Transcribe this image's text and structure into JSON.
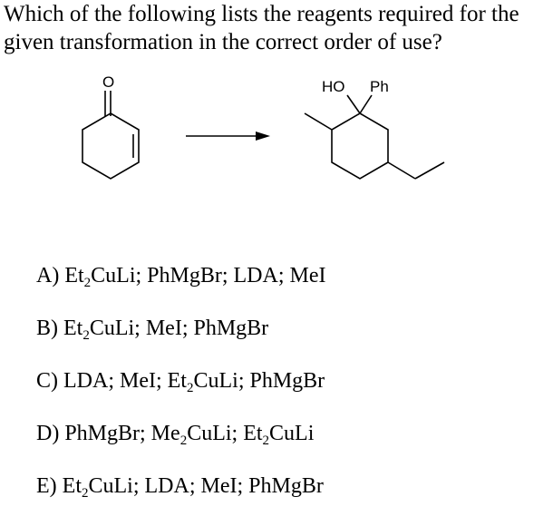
{
  "question": {
    "text": "Which of the following lists the reagents required for the given transformation in the correct order of use?"
  },
  "scheme": {
    "reactant_oxygen_label": "O",
    "product_hydroxyl_label": "HO",
    "product_phenyl_label": "Ph"
  },
  "options": [
    {
      "letter": "A)",
      "parts": [
        "Et",
        "2",
        "CuLi; PhMgBr; LDA; MeI"
      ]
    },
    {
      "letter": "B)",
      "parts": [
        "Et",
        "2",
        "CuLi; MeI; PhMgBr"
      ]
    },
    {
      "letter": "C)",
      "parts": [
        "LDA; MeI; Et",
        "2",
        "CuLi; PhMgBr"
      ]
    },
    {
      "letter": "D)",
      "parts": [
        "PhMgBr; Me",
        "2",
        "CuLi; Et",
        "2",
        "CuLi"
      ]
    },
    {
      "letter": "E)",
      "parts": [
        "Et",
        "2",
        "CuLi; LDA; MeI; PhMgBr"
      ]
    }
  ]
}
